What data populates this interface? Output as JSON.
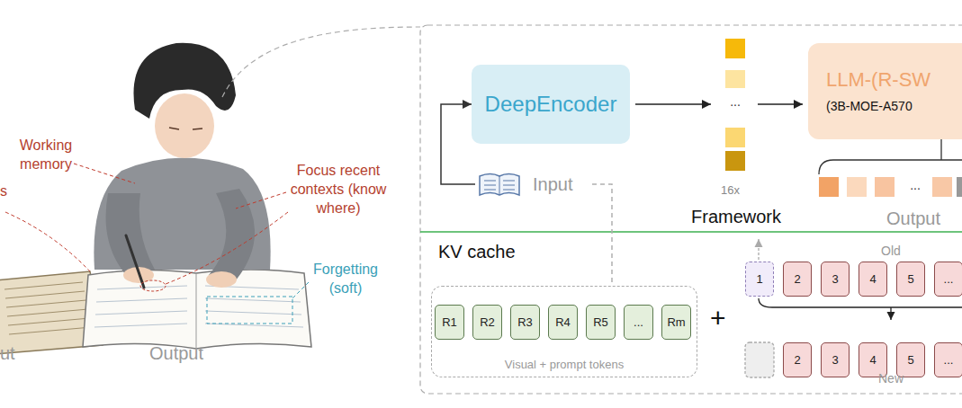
{
  "diagram": {
    "nodes": [
      {
        "text": [
          "DeepEncoder"
        ]
      },
      {
        "text": [
          "LLM-(R-SW",
          "(3B-MOE-A570"
        ]
      },
      {
        "text": [
          "Input"
        ]
      },
      {
        "text": [
          "Visual + prompt tokens"
        ]
      },
      {
        "text": [
          "R1"
        ],
        "in": 3
      },
      {
        "text": [
          "R2"
        ],
        "in": 3
      },
      {
        "text": [
          "R3"
        ],
        "in": 3
      },
      {
        "text": [
          "R4"
        ],
        "in": 3
      },
      {
        "text": [
          "R5"
        ],
        "in": 3
      },
      {
        "text": [
          "..."
        ],
        "in": 3
      },
      {
        "text": [
          "Rm"
        ],
        "in": 3
      },
      {
        "text": [
          "1"
        ]
      },
      {
        "text": [
          "2"
        ]
      },
      {
        "text": [
          "3"
        ]
      },
      {
        "text": [
          "4"
        ]
      },
      {
        "text": [
          "5"
        ]
      },
      {
        "text": [
          "..."
        ]
      },
      {
        "text": [
          "2"
        ]
      },
      {
        "text": [
          "3"
        ]
      },
      {
        "text": [
          "4"
        ]
      },
      {
        "text": [
          "5"
        ]
      },
      {
        "text": [
          "..."
        ]
      }
    ],
    "edges": [
      {
        "from": 2,
        "to": 0,
        "arrow": "to"
      },
      {
        "from": 2,
        "to": 3,
        "arrow": "none"
      }
    ],
    "labels": [
      "Working memory",
      "s",
      "Focus recent contexts (know where)",
      "Forgetting (soft)",
      "ut",
      "Output",
      "...",
      "16x",
      "Framework",
      "...",
      "Output",
      "KV cache",
      "Old",
      "+",
      "New"
    ]
  }
}
